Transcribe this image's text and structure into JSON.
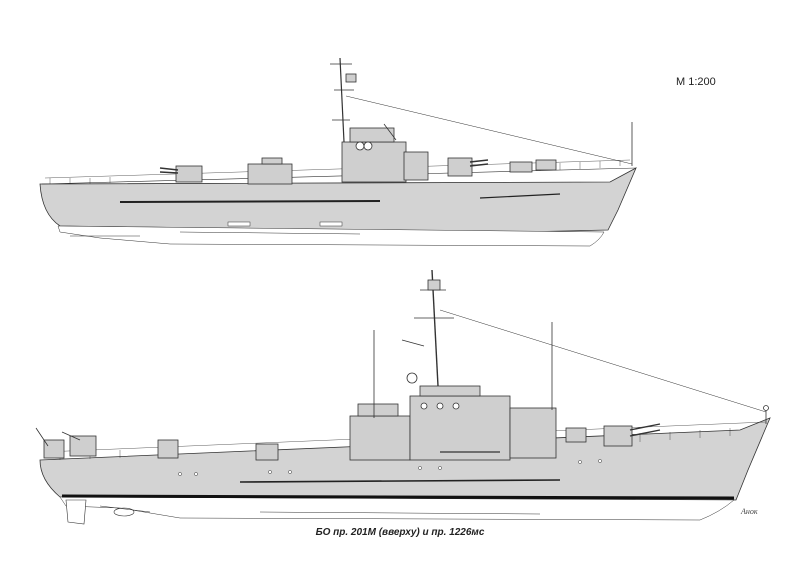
{
  "scale": "М 1:200",
  "caption": "БО пр. 201М (вверху) и пр. 1226мс",
  "signature": "Анок",
  "colors": {
    "hull": "#d3d3d3",
    "superstructure": "#cfcfcf",
    "line": "#333333",
    "dark_stripe": "#222222",
    "underwater": "#ffffff"
  }
}
